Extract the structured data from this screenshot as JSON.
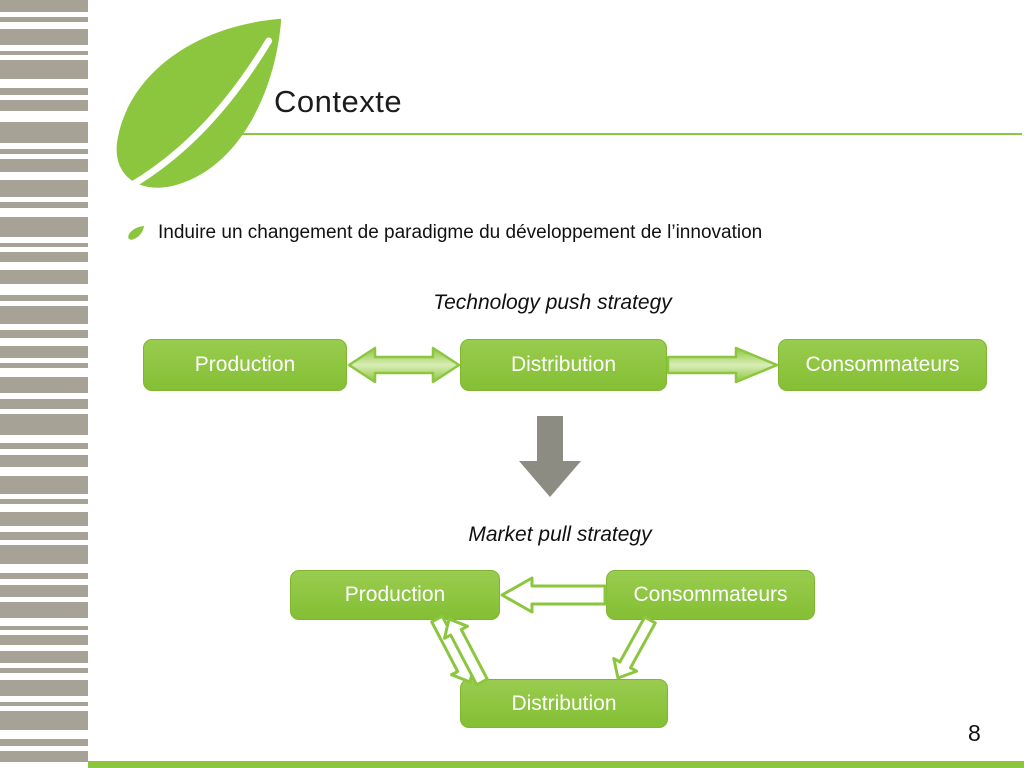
{
  "slide": {
    "title": "Contexte",
    "bullet_text": "Induire un changement de paradigme du développement de l’innovation",
    "page_number": "8"
  },
  "top_diagram": {
    "title": "Technology push strategy",
    "boxes": [
      "Production",
      "Distribution",
      "Consommateurs"
    ]
  },
  "bottom_diagram": {
    "title": "Market pull strategy",
    "boxes": [
      "Production",
      "Consommateurs",
      "Distribution"
    ]
  },
  "icons": {
    "logo": "leaf-logo-icon",
    "bullet": "leaf-bullet-icon"
  },
  "colors": {
    "accent_green": "#8CC63F",
    "stripe_gray": "#A6A295",
    "arrow_gray": "#8C8C82"
  }
}
